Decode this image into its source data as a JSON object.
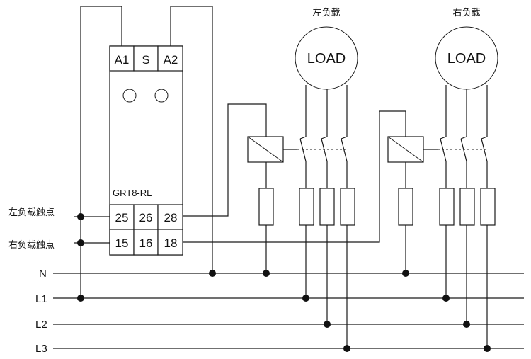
{
  "relay": {
    "top_terminals": [
      "A1",
      "S",
      "A2"
    ],
    "model": "GRT8-RL",
    "bottom_row1": [
      "25",
      "26",
      "28"
    ],
    "bottom_row2": [
      "15",
      "16",
      "18"
    ]
  },
  "contact_labels": {
    "left": "左负载触点",
    "right": "右负载触点"
  },
  "lines": [
    "N",
    "L1",
    "L2",
    "L3"
  ],
  "loads": [
    {
      "title": "左负载",
      "text": "LOAD"
    },
    {
      "title": "右负载",
      "text": "LOAD"
    }
  ],
  "colors": {
    "line": "#1a1a1a",
    "background": "#ffffff"
  }
}
